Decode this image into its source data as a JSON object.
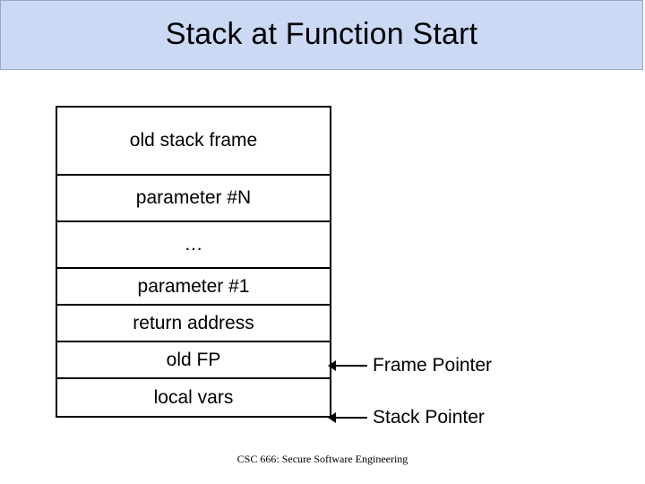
{
  "slide": {
    "title": "Stack at Function Start",
    "footer": "CSC 666: Secure Software Engineering"
  },
  "stack_diagram": {
    "cells": [
      {
        "label": "old stack frame",
        "size": "tall"
      },
      {
        "label": "parameter #N",
        "size": "mid"
      },
      {
        "label": "…",
        "size": "mid"
      },
      {
        "label": "parameter #1",
        "size": "short"
      },
      {
        "label": "return address",
        "size": "short"
      },
      {
        "label": "old FP",
        "size": "short"
      },
      {
        "label": "local vars",
        "size": "short"
      }
    ],
    "markers": [
      {
        "label": "Frame Pointer",
        "points_to": "old FP"
      },
      {
        "label": "Stack Pointer",
        "points_to": "local vars"
      }
    ]
  },
  "colors": {
    "title_background": "#ccd9f5",
    "title_border": "#9aa7c0",
    "diagram_line": "#000000",
    "page_background": "#ffffff"
  }
}
